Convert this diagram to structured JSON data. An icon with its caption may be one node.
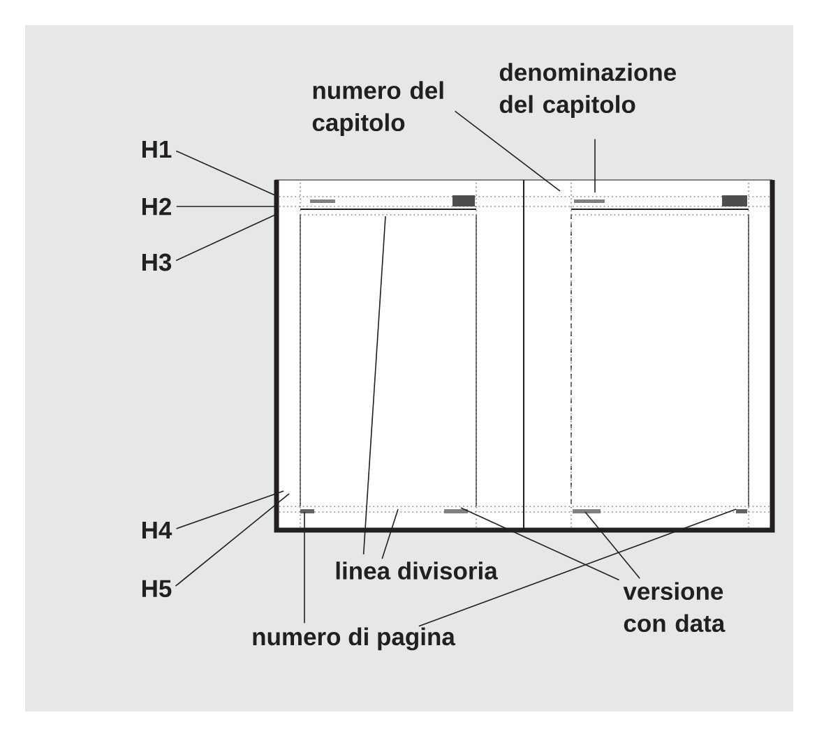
{
  "diagram": {
    "nodes": [
      {
        "text": [
          "numero del capitolo"
        ]
      },
      {
        "text": [
          "denominazione del capitolo"
        ]
      },
      {
        "text": [
          "H1"
        ]
      },
      {
        "text": [
          "H2"
        ]
      },
      {
        "text": [
          "H3"
        ]
      },
      {
        "text": [
          "H4"
        ]
      },
      {
        "text": [
          "H5"
        ]
      },
      {
        "text": [
          "linea divisoria"
        ]
      },
      {
        "text": [
          "numero di pagina"
        ]
      },
      {
        "text": [
          "versione con data"
        ]
      }
    ],
    "edges": [
      {
        "from": 0,
        "to": null,
        "arrow": "none"
      },
      {
        "from": 1,
        "to": null,
        "arrow": "none"
      },
      {
        "from": 2,
        "to": null,
        "arrow": "none"
      },
      {
        "from": 3,
        "to": null,
        "arrow": "none"
      },
      {
        "from": 4,
        "to": null,
        "arrow": "none"
      },
      {
        "from": 5,
        "to": null,
        "arrow": "none"
      },
      {
        "from": 6,
        "to": null,
        "arrow": "none"
      },
      {
        "from": 7,
        "to": null,
        "arrow": "none"
      },
      {
        "from": 7,
        "to": null,
        "arrow": "none"
      },
      {
        "from": 8,
        "to": null,
        "arrow": "none"
      },
      {
        "from": 8,
        "to": null,
        "arrow": "none"
      },
      {
        "from": 9,
        "to": null,
        "arrow": "none"
      },
      {
        "from": 9,
        "to": null,
        "arrow": "none"
      }
    ]
  }
}
